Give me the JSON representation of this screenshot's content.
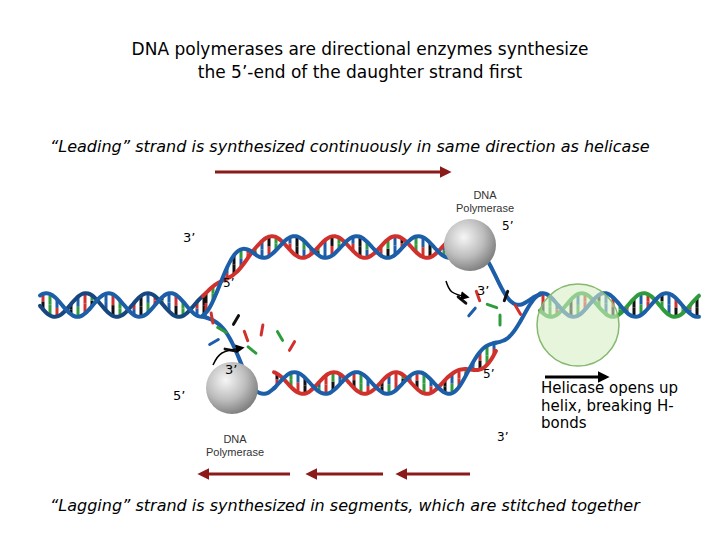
{
  "diagram": {
    "title": "DNA polymerases are directional enzymes synthesize the 5’-end of the daughter strand first",
    "nodes": [
      {
        "text": [
          "DNA Polymerase"
        ]
      },
      {
        "text": [
          "Helicase opens up helix, breaking H-bonds"
        ]
      },
      {
        "text": [
          "DNA Polymerase"
        ]
      }
    ],
    "labels": [
      "“Leading” strand is synthesized continuously in same direction as helicase",
      "5’",
      "3’",
      "5’",
      "3’",
      "3’",
      "5’",
      "5’",
      "3’",
      "“Lagging” strand is synthesized in segments, which are stitched together"
    ]
  }
}
